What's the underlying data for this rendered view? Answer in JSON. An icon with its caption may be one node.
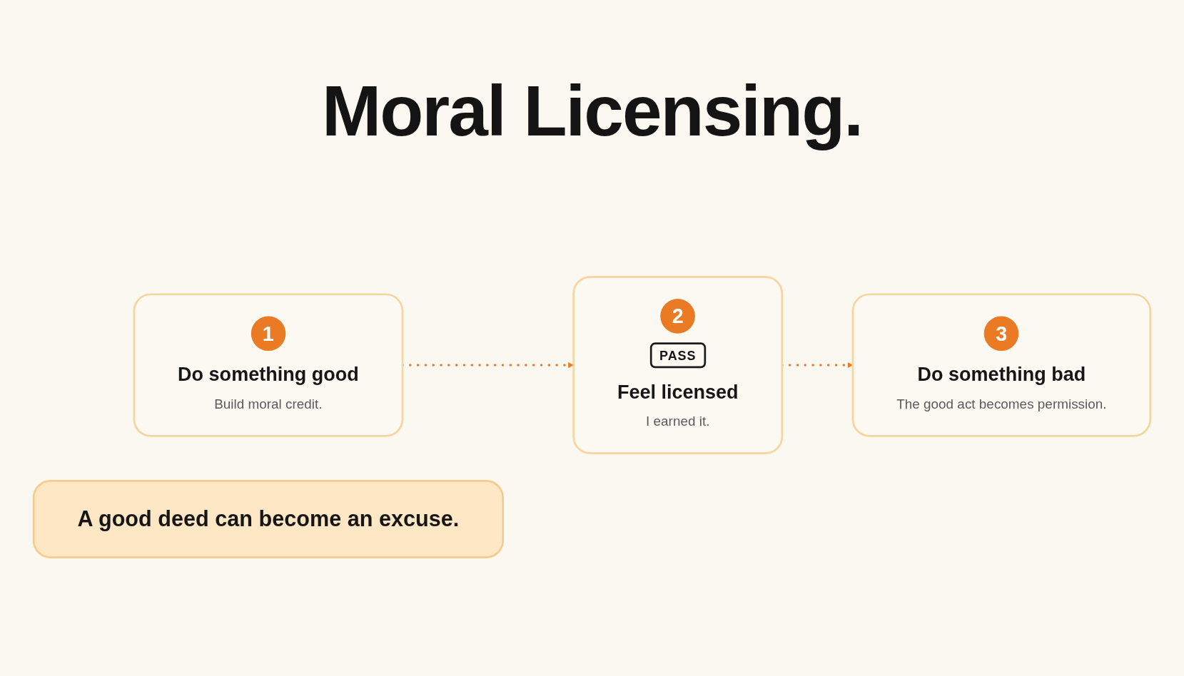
{
  "diagram": {
    "title": "Moral Licensing.",
    "nodes": [
      {
        "text": [
          "1",
          "Do something good",
          "Build moral credit."
        ]
      },
      {
        "text": [
          "2",
          "PASS",
          "Feel licensed",
          "I earned it."
        ]
      },
      {
        "text": [
          "3",
          "Do something bad",
          "The good act becomes permission."
        ]
      },
      {
        "text": [
          "A good deed can become an excuse."
        ]
      }
    ],
    "edges": [
      {
        "from": 0,
        "to": 1,
        "arrow": "to",
        "style": "dashed"
      },
      {
        "from": 1,
        "to": 2,
        "arrow": "to",
        "style": "dashed"
      }
    ]
  }
}
